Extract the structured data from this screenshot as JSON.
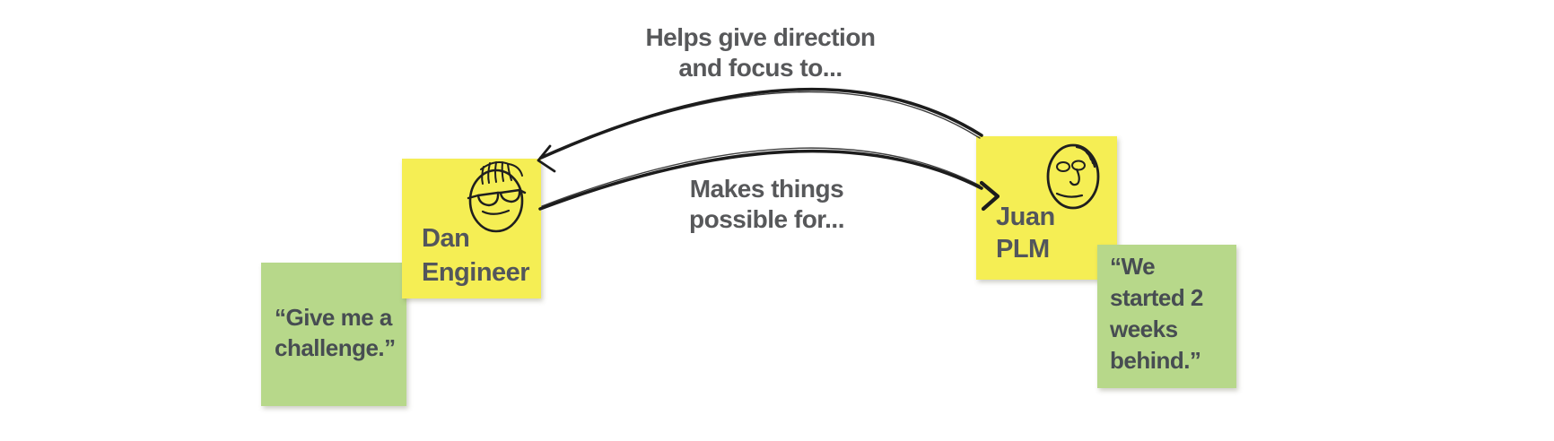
{
  "colors": {
    "background": "#ffffff",
    "sticky_yellow": "#f5ee54",
    "sticky_green": "#b7d88a",
    "ink": "#1c1c1c",
    "note_text": "#4c5156",
    "label_text": "#57585a"
  },
  "arrows": {
    "top": {
      "label": "Helps give direction\nand focus to...",
      "from": "Juan PLM",
      "to": "Dan Engineer"
    },
    "bottom": {
      "label": "Makes things\npossible for...",
      "from": "Dan Engineer",
      "to": "Juan PLM"
    }
  },
  "personas": {
    "dan": {
      "name": "Dan\nEngineer",
      "quote": "“Give me a\nchallenge.”",
      "face_icon": "sunglasses-face-icon"
    },
    "juan": {
      "name": "Juan\nPLM",
      "quote": "“We\nstarted 2\nweeks\nbehind.”",
      "face_icon": "plain-face-icon"
    }
  }
}
